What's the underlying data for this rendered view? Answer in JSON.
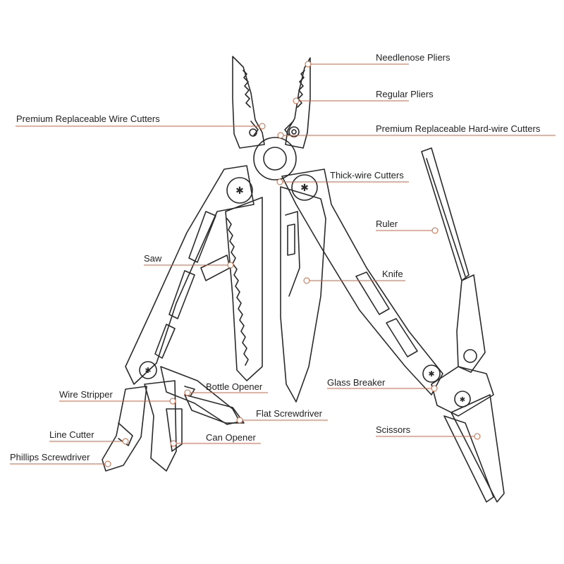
{
  "labels": {
    "needlenose_pliers": "Needlenose Pliers",
    "regular_pliers": "Regular Pliers",
    "premium_wire_cutters": "Premium Replaceable Wire Cutters",
    "premium_hardwire_cutters": "Premium Replaceable Hard-wire Cutters",
    "thick_wire_cutters": "Thick-wire Cutters",
    "ruler": "Ruler",
    "saw": "Saw",
    "knife": "Knife",
    "bottle_opener": "Bottle Opener",
    "glass_breaker": "Glass Breaker",
    "wire_stripper": "Wire Stripper",
    "flat_screwdriver": "Flat Screwdriver",
    "scissors": "Scissors",
    "line_cutter": "Line Cutter",
    "can_opener": "Can Opener",
    "phillips_screwdriver": "Phillips Screwdriver"
  },
  "colors": {
    "leader": "#c8643f",
    "outline": "#2a2a2a",
    "text": "#222222"
  }
}
